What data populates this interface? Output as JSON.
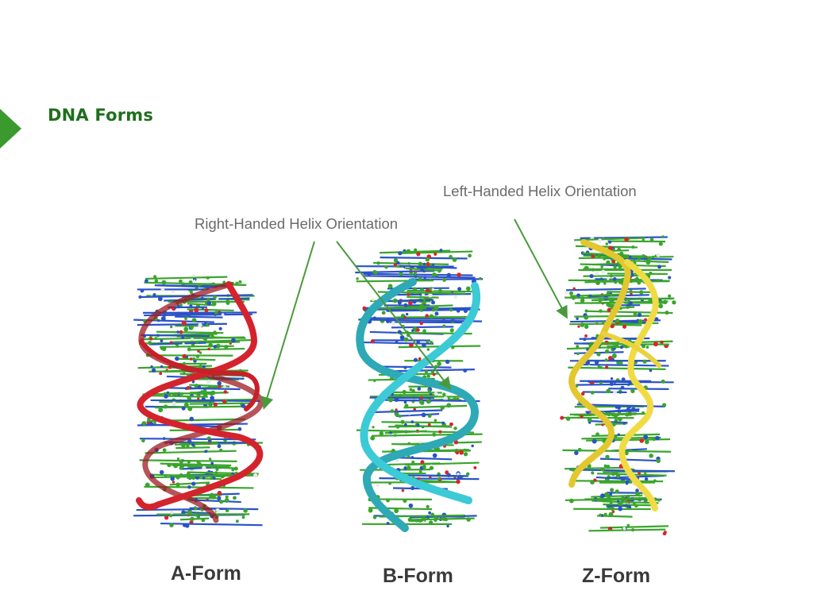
{
  "slide": {
    "title": "DNA Forms",
    "accent_color": "#3b9a2e"
  },
  "annotations": {
    "left_handed": "Left-Handed Helix Orientation",
    "right_handed": "Right-Handed Helix Orientation"
  },
  "forms": [
    {
      "label": "A-Form",
      "ribbon_color": "#c8202a",
      "handedness": "right"
    },
    {
      "label": "B-Form",
      "ribbon_color": "#33c4d1",
      "handedness": "right"
    },
    {
      "label": "Z-Form",
      "ribbon_color": "#e9d23a",
      "handedness": "left"
    }
  ],
  "colors": {
    "backbone_atoms": "#3aa52c",
    "nitrogen": "#2a52c8",
    "oxygen": "#d8252a",
    "arrow": "#4a9a3c"
  }
}
